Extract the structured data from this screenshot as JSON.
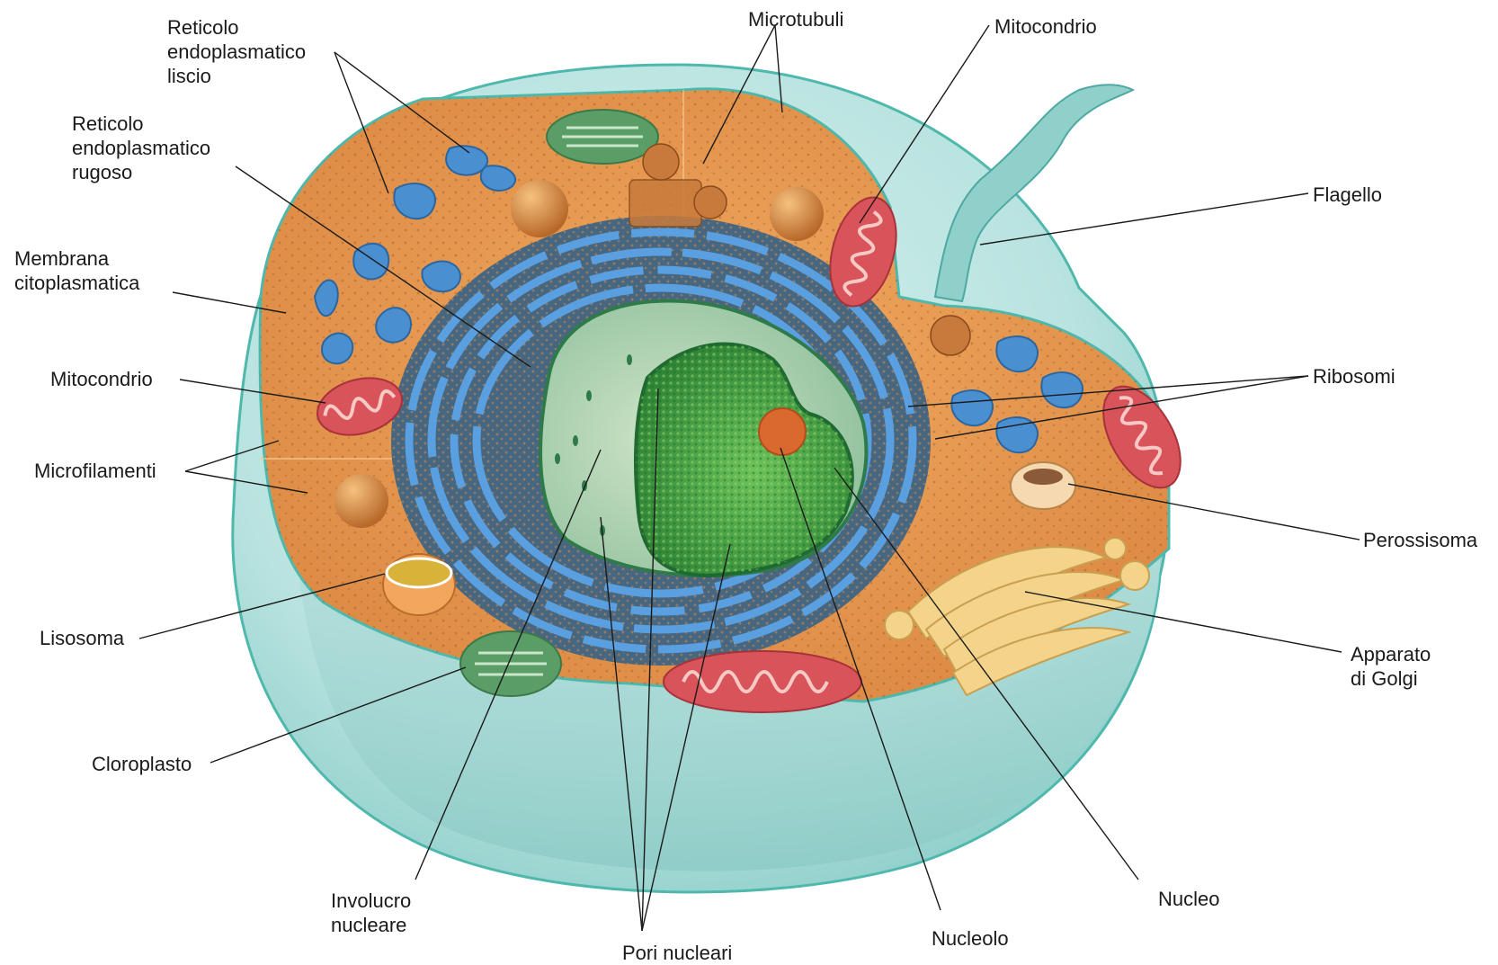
{
  "colors": {
    "cell_outer": "#b9e3e0",
    "cell_rim": "#4fb8ad",
    "cytoplasm": "#e89a52",
    "er_blue": "#4a8fd0",
    "er_dark": "#47667f",
    "nucleoplasm": "#3f9b3c",
    "nucleolus": "#d9692e",
    "mitochondrion": "#d9535a",
    "golgi": "#f3d48a",
    "chloroplast": "#5a9d67"
  },
  "labels": {
    "rel_liscio": "Reticolo\nendoplasmatico\nliscio",
    "rer_rugoso": "Reticolo\nendoplasmatico\nrugoso",
    "membrana": "Membrana\ncitoplasmatica",
    "mitocondrio_left": "Mitocondrio",
    "microfilamenti": "Microfilamenti",
    "lisosoma": "Lisosoma",
    "cloroplasto": "Cloroplasto",
    "involucro": "Involucro\nnucleare",
    "pori": "Pori nucleari",
    "nucleolo": "Nucleolo",
    "nucleo": "Nucleo",
    "golgi": "Apparato\ndi Golgi",
    "perossisoma": "Perossisoma",
    "ribosomi": "Ribosomi",
    "flagello": "Flagello",
    "mitocondrio_top": "Mitocondrio",
    "microtubuli": "Microtubuli"
  }
}
